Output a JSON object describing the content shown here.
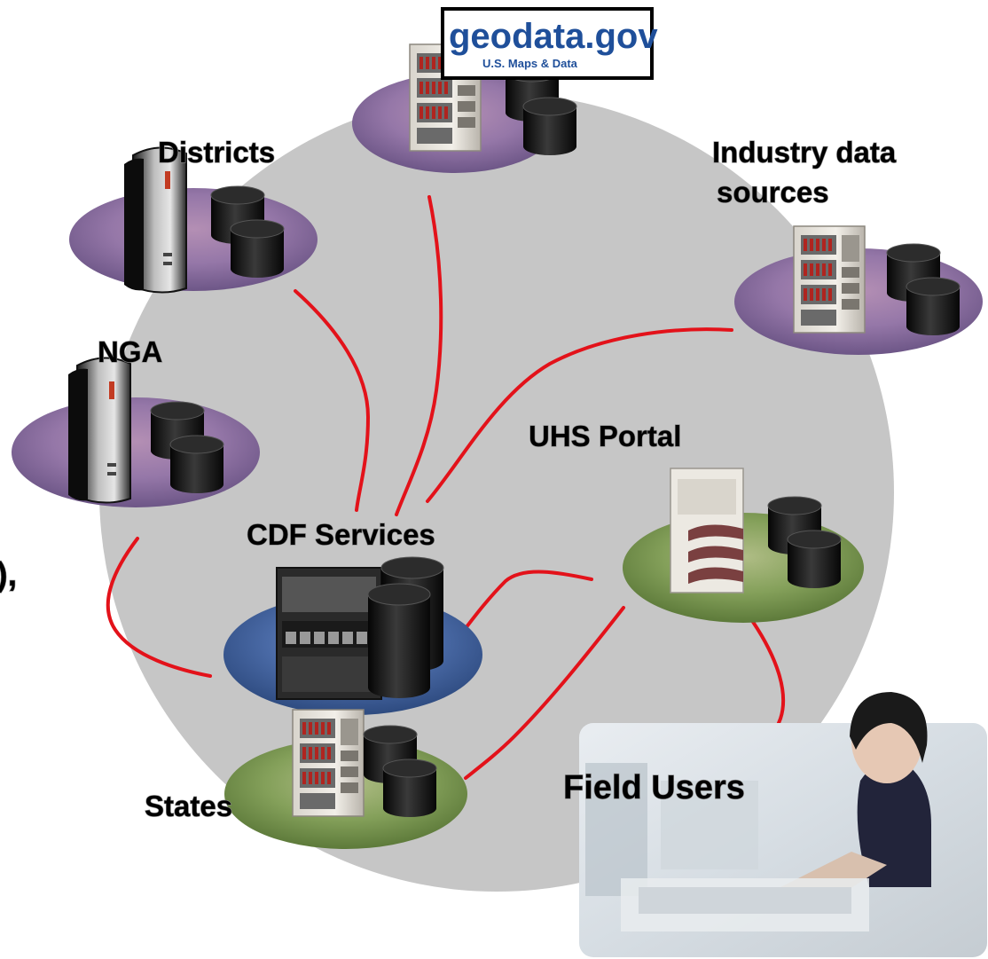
{
  "diagram": {
    "nodes": {
      "geodata": {
        "logo_text_a": "geo",
        "logo_text_b": "data.gov",
        "logo_sub": "U.S. Maps & Data"
      },
      "districts": {
        "label": "Districts"
      },
      "industry": {
        "label_line1": "Industry data",
        "label_line2": "sources"
      },
      "nga": {
        "label": "NGA"
      },
      "uhs": {
        "label": "UHS Portal"
      },
      "cdf": {
        "label": "CDF Services"
      },
      "states": {
        "label": "States"
      },
      "field": {
        "label": "Field Users"
      }
    },
    "edge_fragment": {
      "text": "),"
    },
    "colors": {
      "background_circle": "#c6c6c6",
      "connector": "#e3121a",
      "platform_purple": "#8a6aa0",
      "platform_green": "#78934e",
      "platform_blue": "#3d5e98",
      "logo_blue": "#1f4f9a",
      "logo_orange": "#e07a19"
    },
    "icons": [
      "server-rack-icon",
      "tower-server-icon",
      "database-cylinder-icon",
      "person-at-computer-photo"
    ]
  }
}
